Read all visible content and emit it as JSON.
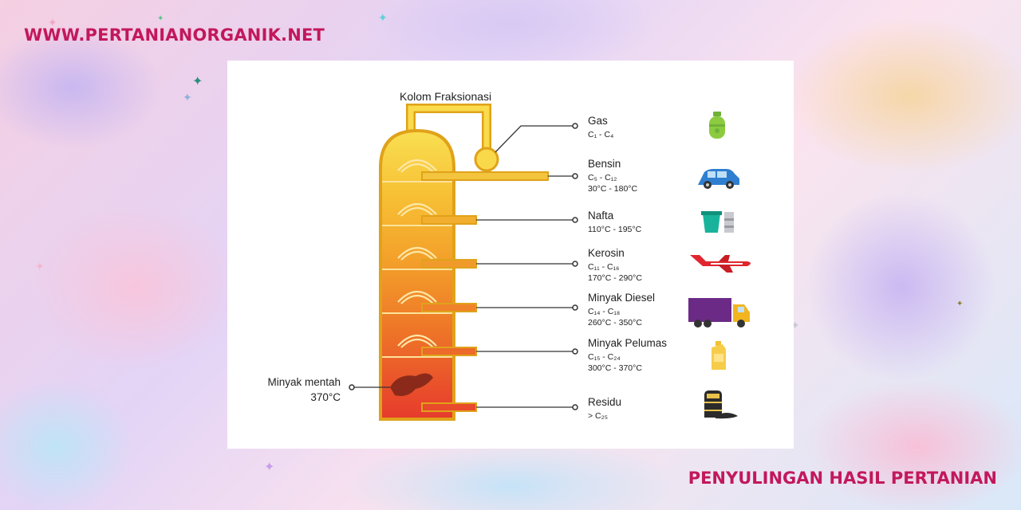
{
  "site": {
    "url": "WWW.PERTANIANORGANIK.NET"
  },
  "page": {
    "title": "PENYULINGAN HASIL PERTANIAN"
  },
  "diagram": {
    "column_title": "Kolom Fraksionasi",
    "input_label": "Minyak mentah",
    "input_temp": "370°C",
    "column_colors": {
      "top": "#f9d94a",
      "bottom": "#e63b2c",
      "outline": "#e0a21a"
    },
    "fractions": [
      {
        "name": "Gas",
        "carbon": "C₁ - C₄",
        "temp": "",
        "icon": "lpg-gas-cylinder-icon"
      },
      {
        "name": "Bensin",
        "carbon": "C₅ - C₁₂",
        "temp": "30°C - 180°C",
        "icon": "car-icon"
      },
      {
        "name": "Nafta",
        "carbon": "",
        "temp": "110°C - 195°C",
        "icon": "paint-bucket-icon"
      },
      {
        "name": "Kerosin",
        "carbon": "C₁₁ - C₁₆",
        "temp": "170°C - 290°C",
        "icon": "airplane-icon"
      },
      {
        "name": "Minyak Diesel",
        "carbon": "C₁₄ - C₁₈",
        "temp": "260°C - 350°C",
        "icon": "truck-icon"
      },
      {
        "name": "Minyak Pelumas",
        "carbon": "C₁₅ - C₂₄",
        "temp": "300°C - 370°C",
        "icon": "oil-bottle-icon"
      },
      {
        "name": "Residu",
        "carbon": "> C₂₅",
        "temp": "",
        "icon": "asphalt-barrel-icon"
      }
    ]
  }
}
